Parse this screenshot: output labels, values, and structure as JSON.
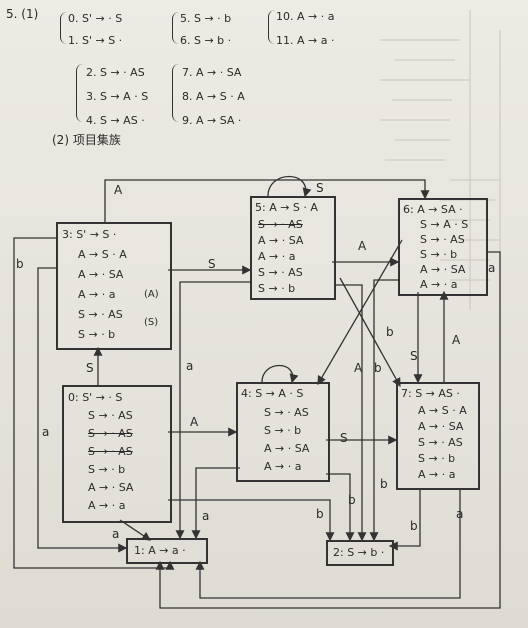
{
  "productions": {
    "number": "5. (1)",
    "col1": [
      "0. S' → · S",
      "1. S' → S ·"
    ],
    "col2": [
      "5. S → · b",
      "6. S → b ·"
    ],
    "col3": [
      "10. A → · a",
      "11. A → a ·"
    ],
    "col4": [
      "2. S → · AS",
      "3. S → A · S",
      "4. S → AS ·"
    ],
    "col5": [
      "7. A → · SA",
      "8. A → S · A",
      "9. A → SA ·"
    ]
  },
  "section": "(2) 项目集族",
  "states": {
    "s3": {
      "items": [
        "3: S' → S ·",
        "A → S · A",
        "A → · SA",
        "A → · a",
        "S → · AS",
        "S → · b"
      ],
      "notes": [
        "(A)",
        "(S)"
      ]
    },
    "s5": {
      "items": [
        "5: A → S · A",
        "S → · AS",
        "A → · SA",
        "A → · a",
        "S → · AS",
        "S → · b"
      ]
    },
    "s6": {
      "items": [
        "6: A → SA ·",
        "S → A · S",
        "S → · AS",
        "S → · b",
        "A → · SA",
        "A → · a"
      ]
    },
    "s0": {
      "items": [
        "0: S' → · S",
        "S → · AS",
        "S → · AS",
        "S → · AS",
        "S → · b",
        "A → · SA",
        "A → · a"
      ]
    },
    "s4": {
      "items": [
        "4: S → A · S",
        "S → · AS",
        "S → · b",
        "A → · SA",
        "A → · a"
      ]
    },
    "s7": {
      "items": [
        "7: S → AS ·",
        "A → S · A",
        "A → · SA",
        "S → · AS",
        "S → · b",
        "A → · a"
      ]
    },
    "s1": {
      "items": [
        "1: A → a ·"
      ]
    },
    "s2": {
      "items": [
        "2: S → b ·"
      ]
    }
  },
  "edges": {
    "e1": "A",
    "e2": "S",
    "e3": "S",
    "e4": "A",
    "e5": "a",
    "e6": "b",
    "e7": "S",
    "e8": "a",
    "e9": "A",
    "e10": "a",
    "e11": "b",
    "e12": "A",
    "e13": "b",
    "e14": "b",
    "e15": "A",
    "e16": "S",
    "e17": "S",
    "e18": "a",
    "e19": "b",
    "e20": "b",
    "e21": "a",
    "e22": "b",
    "e23": "a"
  },
  "colors": {
    "ink": "#2a2a2a",
    "paper": "#e9e6dd"
  }
}
